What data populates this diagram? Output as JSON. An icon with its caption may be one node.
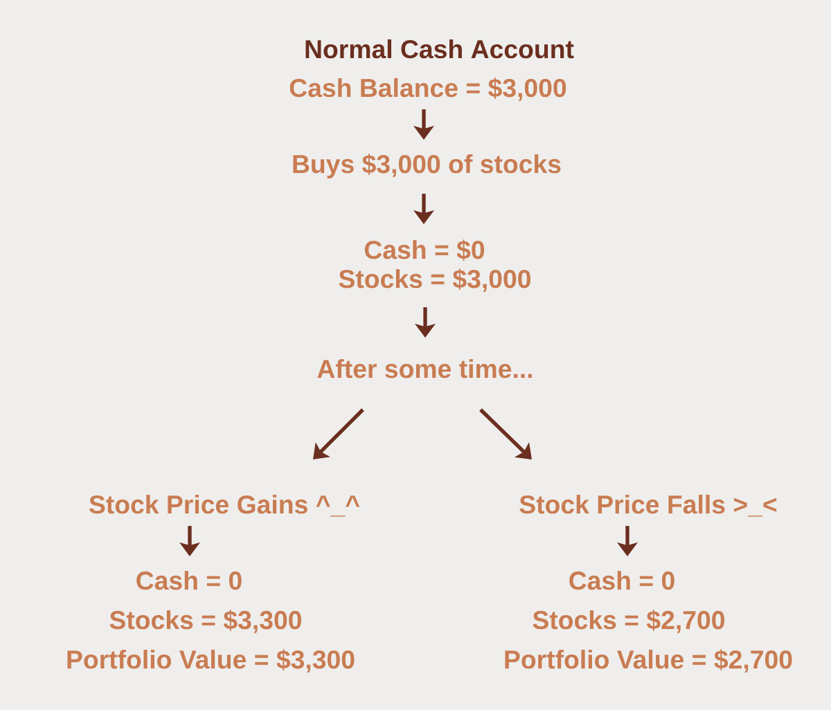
{
  "diagram": {
    "title": "Normal Cash Account",
    "nodes": [
      {
        "text": [
          "Cash Balance = $3,000"
        ]
      },
      {
        "text": [
          "Buys $3,000 of stocks"
        ]
      },
      {
        "text": [
          "Cash = $0",
          "Stocks = $3,000"
        ]
      },
      {
        "text": [
          "After some time..."
        ]
      },
      {
        "text": [
          "Stock Price Gains ^_^"
        ]
      },
      {
        "text": [
          "Stock Price Falls >_<"
        ]
      },
      {
        "text": [
          "Cash = 0",
          "Stocks = $3,300",
          "Portfolio Value = $3,300"
        ]
      },
      {
        "text": [
          "Cash = 0",
          "Stocks = $2,700",
          "Portfolio Value = $2,700"
        ]
      }
    ],
    "edges": [
      {
        "from": 0,
        "to": 1,
        "arrow": "to"
      },
      {
        "from": 1,
        "to": 2,
        "arrow": "to"
      },
      {
        "from": 2,
        "to": 3,
        "arrow": "to"
      },
      {
        "from": 3,
        "to": 4,
        "arrow": "to"
      },
      {
        "from": 3,
        "to": 5,
        "arrow": "to"
      },
      {
        "from": 4,
        "to": 6,
        "arrow": "to"
      },
      {
        "from": 5,
        "to": 7,
        "arrow": "to"
      }
    ]
  }
}
